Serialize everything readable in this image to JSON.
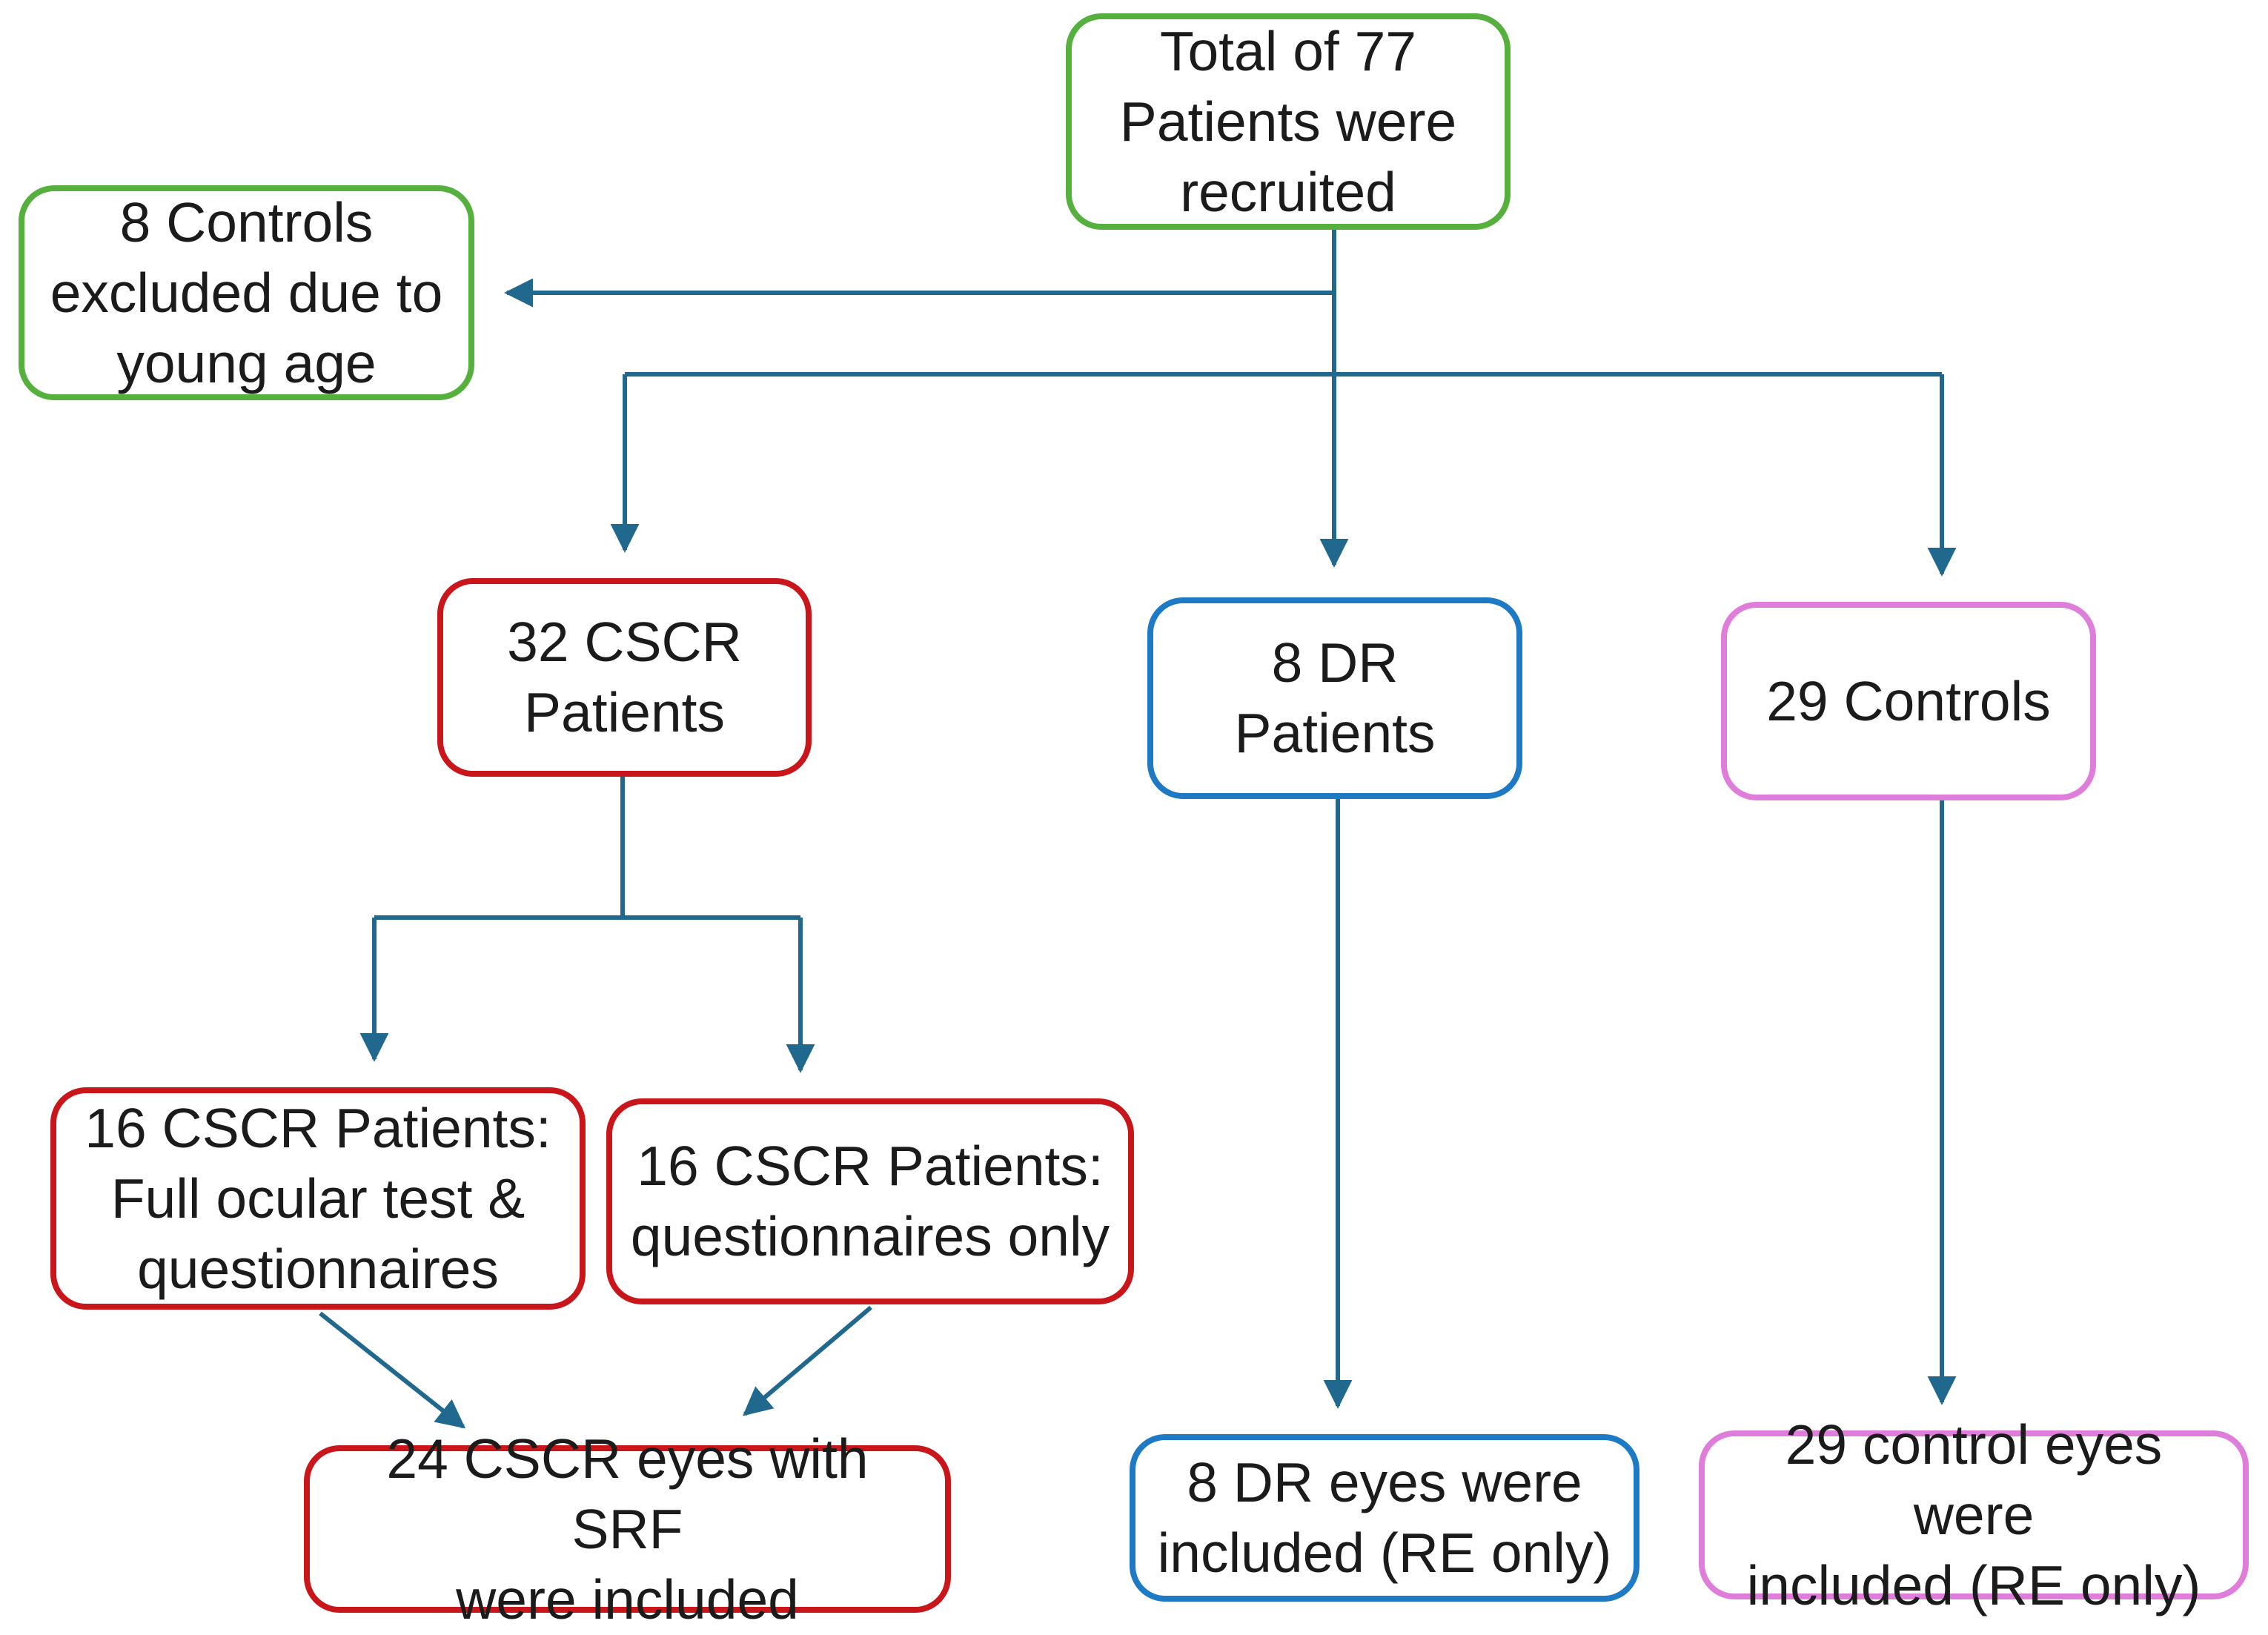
{
  "figure": {
    "type": "flowchart",
    "description": "Patient recruitment flow diagram for a study of CSCR patients, DR patients and controls"
  },
  "colors": {
    "green_border": "#55B03E",
    "red_border": "#C9161B",
    "blue_border": "#1E7AC4",
    "pink_border": "#DF7DDB",
    "connector": "#21688E",
    "text": "#1B1B1B",
    "background": "#FFFFFF"
  },
  "nodes": {
    "total": {
      "label": "Total of 77\nPatients were\nrecruited",
      "color_role": "green"
    },
    "excluded": {
      "label": "8 Controls\nexcluded due to\nyoung age",
      "color_role": "green"
    },
    "cscr32": {
      "label": "32 CSCR\nPatients",
      "color_role": "red"
    },
    "dr8": {
      "label": "8 DR Patients",
      "color_role": "blue"
    },
    "controls29": {
      "label": "29 Controls",
      "color_role": "pink"
    },
    "cscr16full": {
      "label": "16 CSCR Patients:\nFull ocular test &\nquestionnaires",
      "color_role": "red"
    },
    "cscr16quest": {
      "label": "16 CSCR Patients:\nquestionnaires only",
      "color_role": "red"
    },
    "cscr24": {
      "label": "24 CSCR eyes with SRF\nwere included",
      "color_role": "red"
    },
    "dr8eyes": {
      "label": "8 DR eyes were\nincluded (RE only)",
      "color_role": "blue"
    },
    "controls29eyes": {
      "label": "29 control eyes were\nincluded (RE only)",
      "color_role": "pink"
    }
  },
  "edges": [
    {
      "from": "total",
      "to": "excluded"
    },
    {
      "from": "total",
      "to": "cscr32"
    },
    {
      "from": "total",
      "to": "dr8"
    },
    {
      "from": "total",
      "to": "controls29"
    },
    {
      "from": "cscr32",
      "to": "cscr16full"
    },
    {
      "from": "cscr32",
      "to": "cscr16quest"
    },
    {
      "from": "cscr16full",
      "to": "cscr24"
    },
    {
      "from": "cscr16quest",
      "to": "cscr24"
    },
    {
      "from": "dr8",
      "to": "dr8eyes"
    },
    {
      "from": "controls29",
      "to": "controls29eyes"
    }
  ]
}
